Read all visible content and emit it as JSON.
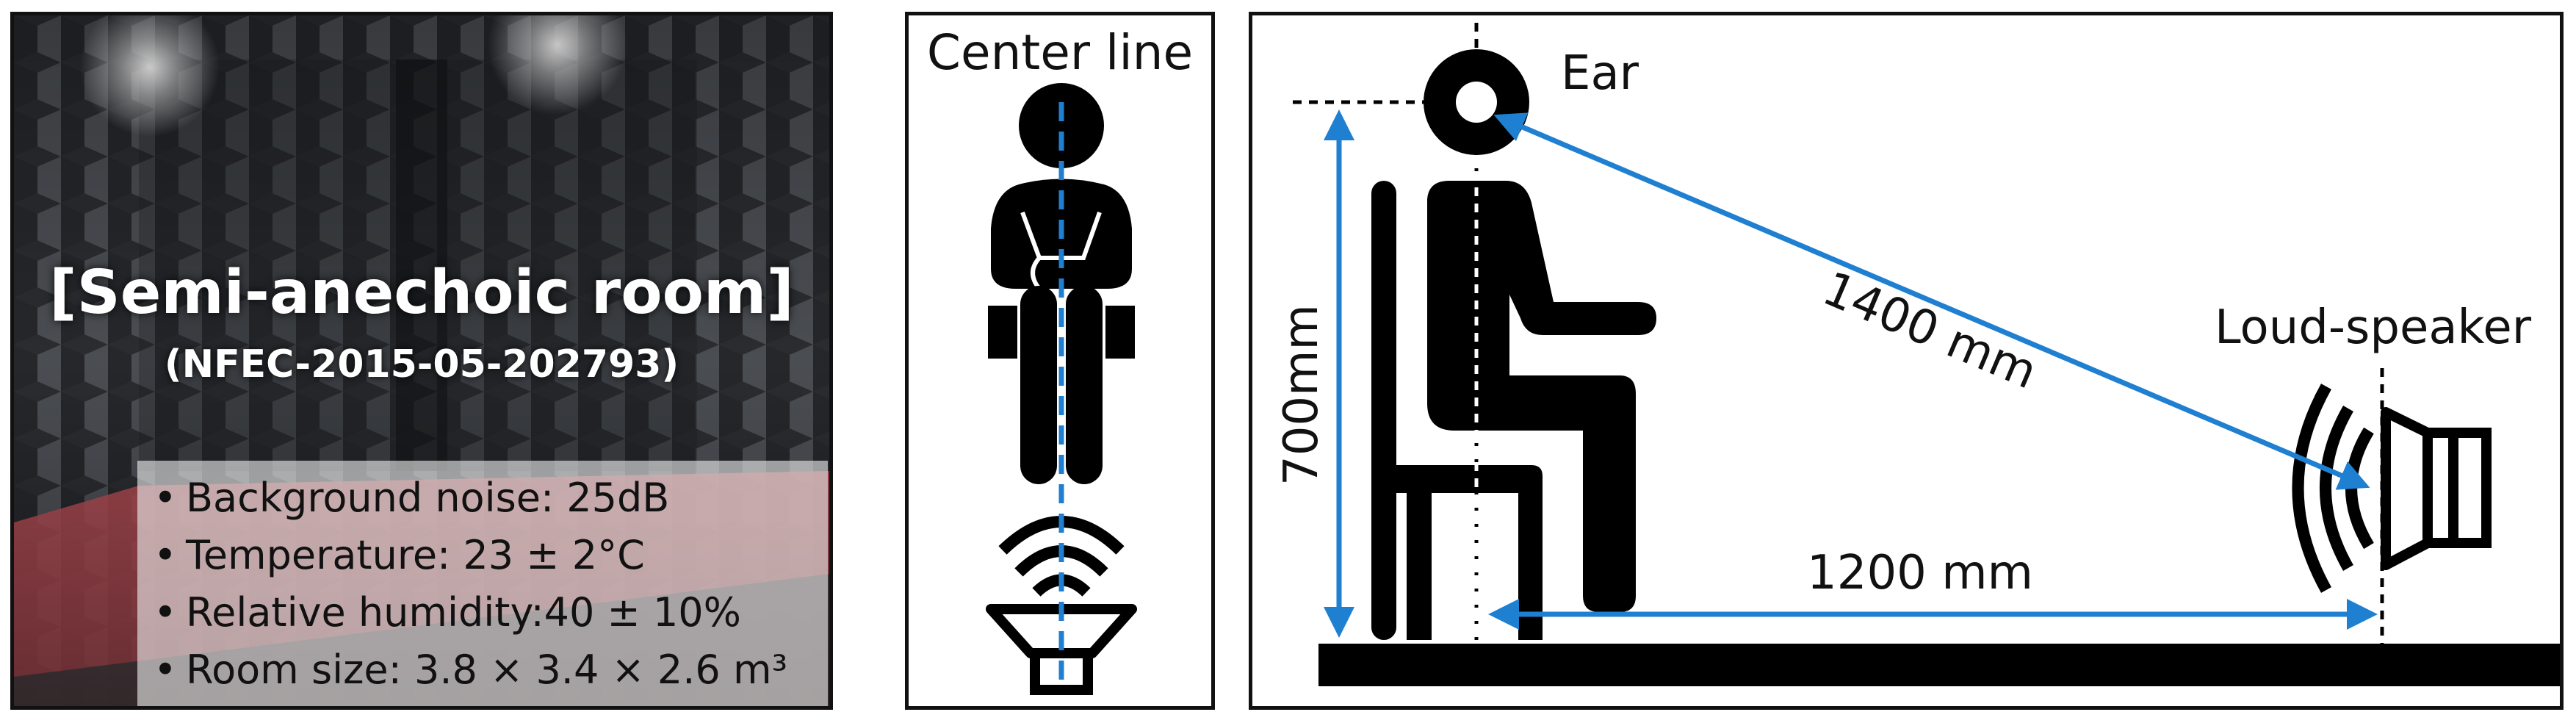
{
  "photo_panel": {
    "title": "[Semi-anechoic room]",
    "subtitle": "(NFEC-2015-05-202793)",
    "specs": [
      "Background noise: 25dB",
      "Temperature: 23 ± 2°C",
      "Relative humidity:40 ± 10%",
      "Room size: 3.8 × 3.4 × 2.6 m³"
    ]
  },
  "front_panel": {
    "label": "Center line"
  },
  "side_panel": {
    "ear_label": "Ear",
    "speaker_label": "Loud-speaker",
    "height_label": "700mm",
    "diagonal_label": "1400 mm",
    "horizontal_label": "1200 mm"
  },
  "colors": {
    "accent": "#1f7fd0",
    "figure": "#000000",
    "floor_tint": "#b24b52"
  }
}
